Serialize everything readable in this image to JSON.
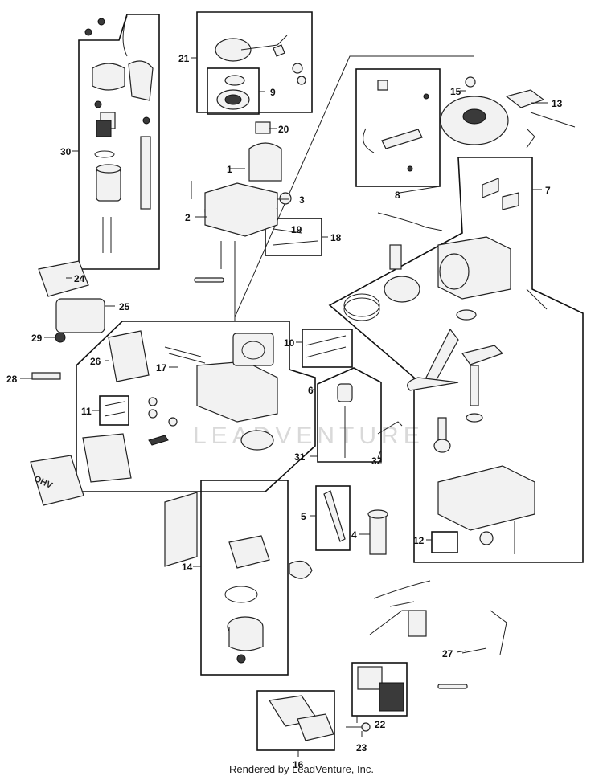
{
  "callouts": [
    {
      "id": "c1",
      "text": "1"
    },
    {
      "id": "c2",
      "text": "2"
    },
    {
      "id": "c3",
      "text": "3"
    },
    {
      "id": "c4",
      "text": "4"
    },
    {
      "id": "c5",
      "text": "5"
    },
    {
      "id": "c6",
      "text": "6"
    },
    {
      "id": "c7",
      "text": "7"
    },
    {
      "id": "c8",
      "text": "8"
    },
    {
      "id": "c9",
      "text": "9"
    },
    {
      "id": "c10",
      "text": "10"
    },
    {
      "id": "c11",
      "text": "11"
    },
    {
      "id": "c12",
      "text": "12"
    },
    {
      "id": "c13",
      "text": "13"
    },
    {
      "id": "c14",
      "text": "14"
    },
    {
      "id": "c15",
      "text": "15"
    },
    {
      "id": "c16",
      "text": "16"
    },
    {
      "id": "c17",
      "text": "17"
    },
    {
      "id": "c18",
      "text": "18"
    },
    {
      "id": "c19",
      "text": "19"
    },
    {
      "id": "c20",
      "text": "20"
    },
    {
      "id": "c21",
      "text": "21"
    },
    {
      "id": "c22",
      "text": "22"
    },
    {
      "id": "c23",
      "text": "23"
    },
    {
      "id": "c24",
      "text": "24"
    },
    {
      "id": "c25",
      "text": "25"
    },
    {
      "id": "c26",
      "text": "26"
    },
    {
      "id": "c27",
      "text": "27"
    },
    {
      "id": "c28",
      "text": "28"
    },
    {
      "id": "c29",
      "text": "29"
    },
    {
      "id": "c30",
      "text": "30"
    },
    {
      "id": "c31",
      "text": "31"
    },
    {
      "id": "c32",
      "text": "32"
    }
  ],
  "valve_cover_text": "OHV",
  "watermark": "LEADVENTURE",
  "footer": "Rendered by LeadVenture, Inc."
}
